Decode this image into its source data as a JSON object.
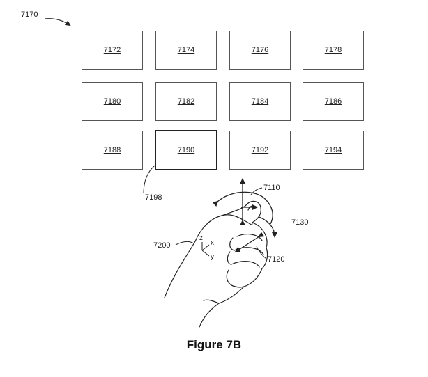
{
  "figure_ref": "7170",
  "tiles": [
    {
      "label": "7172"
    },
    {
      "label": "7174"
    },
    {
      "label": "7176"
    },
    {
      "label": "7178"
    },
    {
      "label": "7180"
    },
    {
      "label": "7182"
    },
    {
      "label": "7184"
    },
    {
      "label": "7186"
    },
    {
      "label": "7188"
    },
    {
      "label": "7190",
      "selected": true
    },
    {
      "label": "7192"
    },
    {
      "label": "7194"
    }
  ],
  "refs": {
    "selection": "7198",
    "arrow_vertical": "7110",
    "arrow_rotate": "7130",
    "arrow_diagonal": "7120",
    "hand": "7200"
  },
  "axes": {
    "z": "z",
    "x": "x",
    "y": "y"
  },
  "caption": "Figure 7B"
}
